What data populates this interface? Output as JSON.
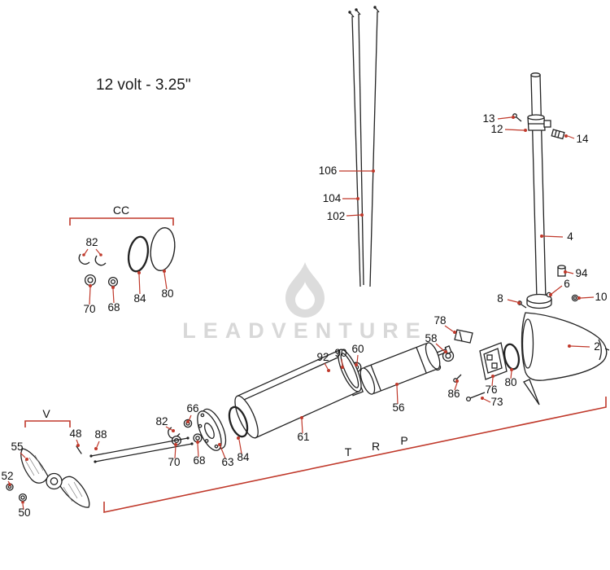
{
  "title": "12 volt - 3.25\"",
  "watermark": "LEADVENTURE",
  "colors": {
    "leader_red": "#c0392b",
    "line_ink": "#222222",
    "watermark_gray": "#d8d8d8"
  },
  "groups": {
    "cc": "CC",
    "v": "V",
    "t": "T",
    "r": "R",
    "p": "P"
  },
  "parts": {
    "p13": "13",
    "p12": "12",
    "p14": "14",
    "p4": "4",
    "p94": "94",
    "p6": "6",
    "p10": "10",
    "p8": "8",
    "p2": "2",
    "p106": "106",
    "p104": "104",
    "p102": "102",
    "cc82": "82",
    "cc70": "70",
    "cc68": "68",
    "cc84": "84",
    "cc80": "80",
    "p78": "78",
    "p58": "58",
    "p92": "92",
    "p90": "90",
    "p60": "60",
    "p56": "56",
    "p86": "86",
    "p76": "76",
    "p80b": "80",
    "p73": "73",
    "p61": "61",
    "p66": "66",
    "m82": "82",
    "m70": "70",
    "m68": "68",
    "p63": "63",
    "m84": "84",
    "p55": "55",
    "p48": "48",
    "p88": "88",
    "p52": "52",
    "p50": "50"
  }
}
